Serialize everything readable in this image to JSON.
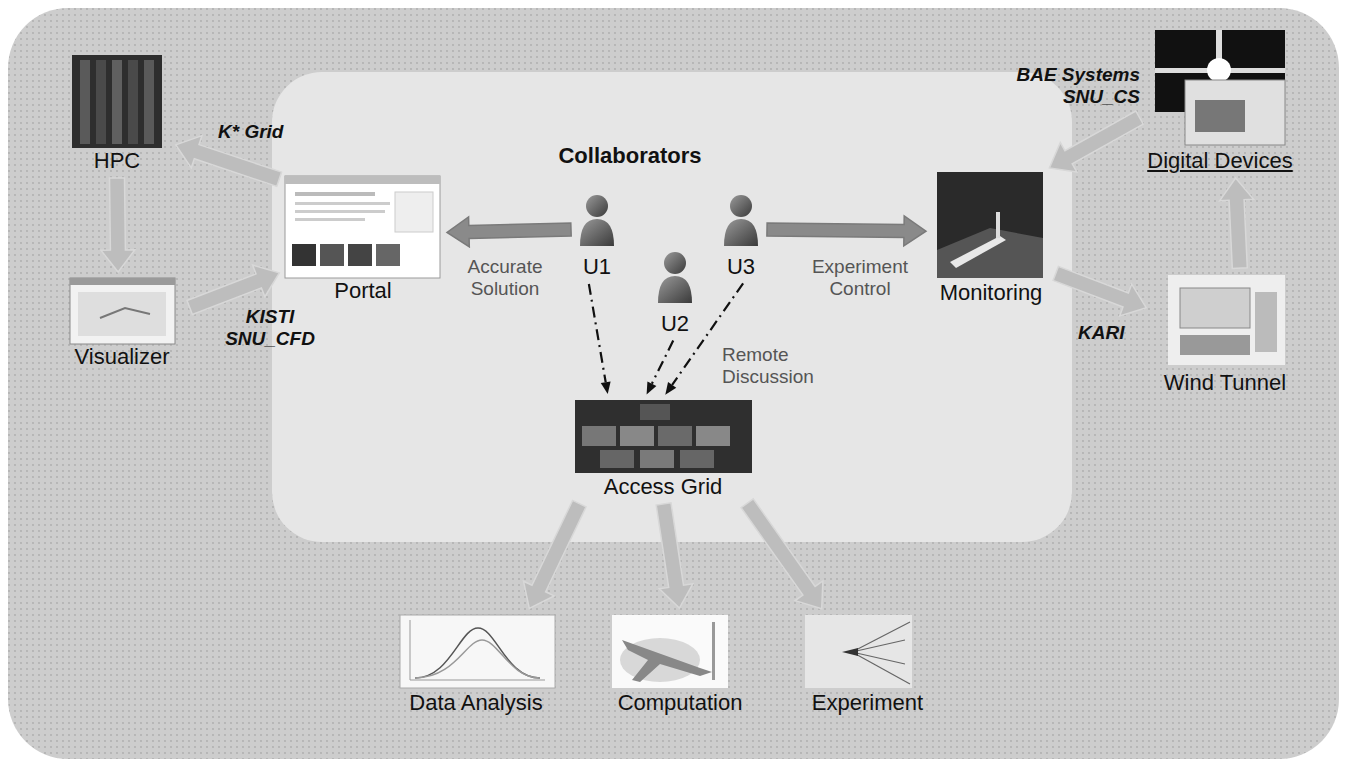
{
  "diagram": {
    "nodes": [
      {
        "text": [
          "HPC"
        ]
      },
      {
        "text": [
          "Visualizer"
        ]
      },
      {
        "text": [
          "Portal"
        ]
      },
      {
        "text": [
          "U1"
        ]
      },
      {
        "text": [
          "U2"
        ]
      },
      {
        "text": [
          "U3"
        ]
      },
      {
        "text": [
          "Monitoring"
        ]
      },
      {
        "text": [
          "Digital Devices"
        ]
      },
      {
        "text": [
          "Wind Tunnel"
        ]
      },
      {
        "text": [
          "Access Grid"
        ]
      },
      {
        "text": [
          "Data Analysis"
        ]
      },
      {
        "text": [
          "Computation"
        ]
      },
      {
        "text": [
          "Experiment"
        ]
      }
    ],
    "edges": [
      {
        "from": 2,
        "to": 0,
        "label": "K* Grid",
        "arrow": "to"
      },
      {
        "from": 0,
        "to": 1,
        "arrow": "to"
      },
      {
        "from": 1,
        "to": 2,
        "label": "KISTI SNU_CFD",
        "arrow": "to"
      },
      {
        "from": 3,
        "to": 2,
        "label": "Accurate Solution",
        "arrow": "to"
      },
      {
        "from": 5,
        "to": 6,
        "label": "Experiment Control",
        "arrow": "to"
      },
      {
        "from": 6,
        "to": 8,
        "label": "KARI",
        "arrow": "to"
      },
      {
        "from": 8,
        "to": 7,
        "arrow": "to"
      },
      {
        "from": 7,
        "to": 6,
        "label": "BAE Systems SNU_CS",
        "arrow": "to"
      },
      {
        "from": 3,
        "to": 9,
        "arrow": "to"
      },
      {
        "from": 4,
        "to": 9,
        "arrow": "to"
      },
      {
        "from": 5,
        "to": 9,
        "label": "Remote Discussion",
        "arrow": "to"
      },
      {
        "from": 9,
        "to": 10,
        "arrow": "to"
      },
      {
        "from": 9,
        "to": 11,
        "arrow": "to"
      },
      {
        "from": 9,
        "to": 12,
        "arrow": "to"
      }
    ],
    "labels": [
      "Collaborators"
    ]
  }
}
